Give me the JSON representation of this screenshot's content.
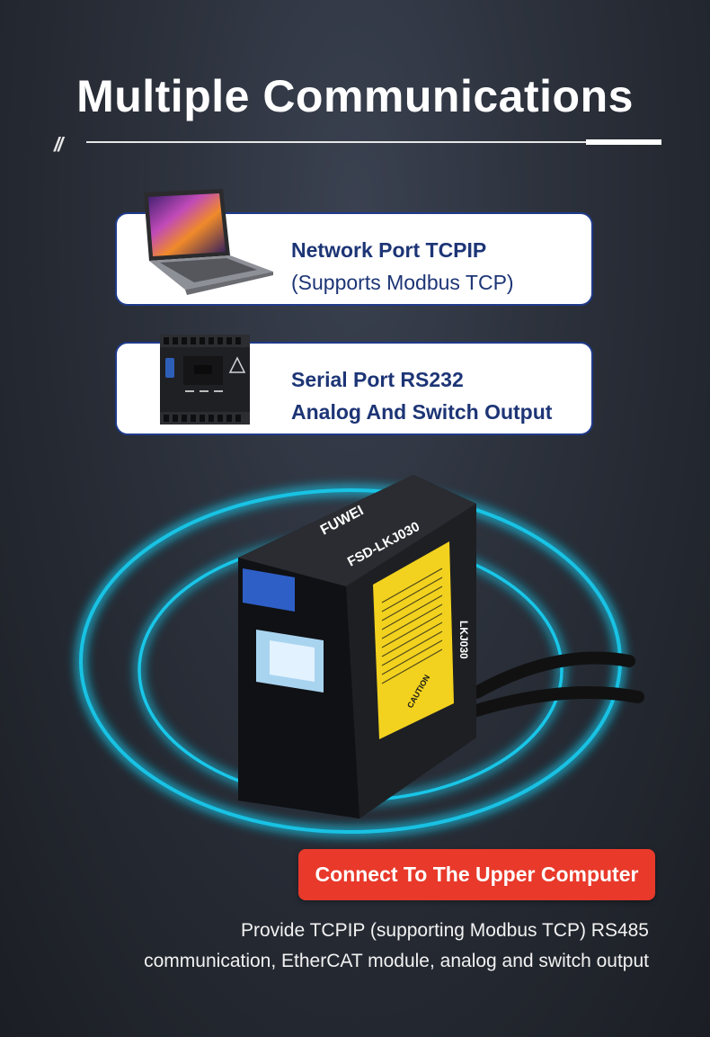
{
  "header": {
    "title": "Multiple Communications",
    "divider_slashes": "//"
  },
  "cards": [
    {
      "line1": "Network Port TCPIP",
      "line2": "(Supports Modbus TCP)",
      "icon": "laptop-icon"
    },
    {
      "line1": "Serial Port RS232",
      "line2": "Analog And Switch Output",
      "icon": "plc-controller-icon"
    }
  ],
  "product": {
    "brand_label": "FUWEI",
    "model_label": "FSD-LKJ030",
    "side_label": "LKJ030",
    "warning_label": "CAUTION",
    "ring_color": "#19c6e8"
  },
  "cta": {
    "label": "Connect To The Upper Computer",
    "color": "#e8392a"
  },
  "description": {
    "line1": "Provide TCPIP (supporting Modbus TCP) RS485",
    "line2": "communication, EtherCAT module, analog and switch output"
  }
}
